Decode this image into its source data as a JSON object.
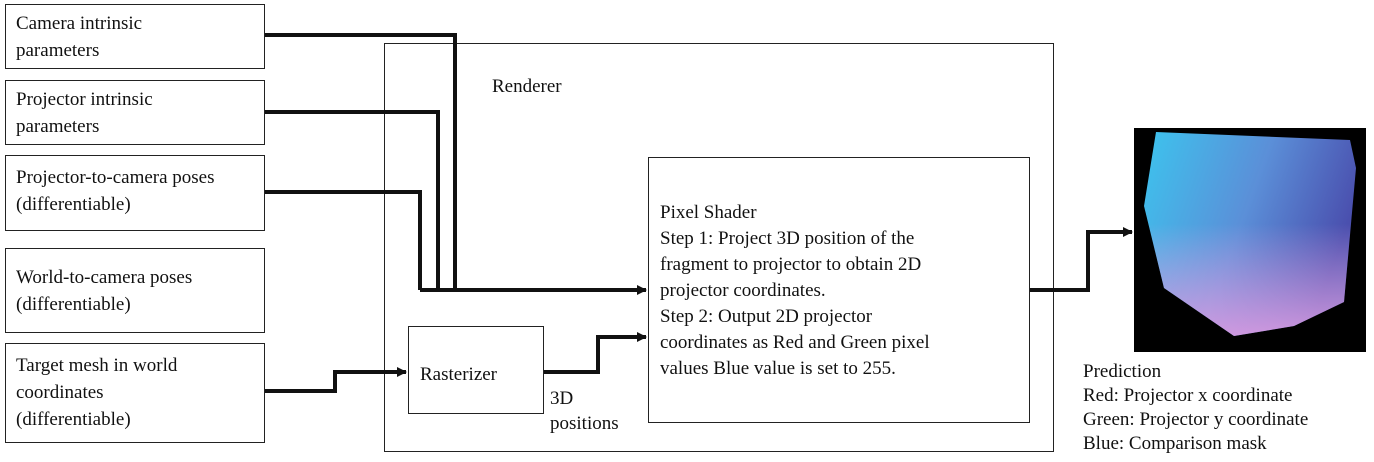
{
  "inputs": {
    "camera_intrinsic": "Camera intrinsic\nparameters",
    "projector_intrinsic": "Projector intrinsic\nparameters",
    "projector_to_camera": "Projector-to-camera poses\n(differentiable)",
    "world_to_camera": "World-to-camera poses\n(differentiable)",
    "target_mesh": "Target mesh in world\ncoordinates\n(differentiable)"
  },
  "renderer": {
    "title": "Renderer",
    "rasterizer": "Rasterizer",
    "rasterizer_output": "3D\npositions",
    "pixel_shader": "Pixel Shader\nStep 1: Project 3D position of the\nfragment to projector to obtain 2D\nprojector coordinates.\nStep 2: Output 2D projector\ncoordinates as Red and Green pixel\nvalues Blue value is set to 255."
  },
  "prediction": {
    "caption": "Prediction\nRed: Projector x coordinate\nGreen: Projector y coordinate\nBlue: Comparison mask"
  },
  "colors": {
    "line": "#111111",
    "prediction_cyan": "#3cc4ee",
    "prediction_blue": "#4a4fae",
    "prediction_pink": "#e3a8e6"
  }
}
